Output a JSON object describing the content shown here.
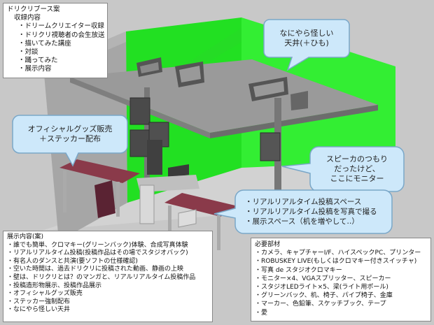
{
  "booth_box": {
    "title": "ドリクリブース案",
    "subtitle": "収録内容",
    "items": [
      "・ドリームクリエイター収録",
      "・ドリクリ視聴者の会生放送",
      "・描いてみた講座",
      "・対談",
      "・踊ってみた",
      "・展示内容"
    ]
  },
  "ceiling_bubble": {
    "lines": [
      "なにやら怪しい",
      "天井(＋ひも)"
    ]
  },
  "goods_bubble": {
    "lines": [
      "オフィシャルグッズ販売",
      "＋ステッカー配布"
    ]
  },
  "speaker_bubble": {
    "lines": [
      "スピーカのつもり",
      "だったけど、",
      "ここにモニター"
    ]
  },
  "realtime_bubble": {
    "lines": [
      "・リアルリアルタイム投稿スペース",
      "・リアルリアルタイム投稿を写真で撮る",
      "・展示スペース（机を増やして‥）"
    ]
  },
  "exhibit_box": {
    "title": "展示内容(案)",
    "items": [
      "・誰でも簡単、クロマキー(グリーンバック)体験、合成写真体験",
      "・リアルリアルタイム投稿(投稿作品はその場でスタジオバック)",
      "・有名人のダンスと共演(要ソフトの仕様確認)",
      "・空いた時間は、過去ドリクリに投稿された動画、静画の上映",
      "・壁は、ドリクリとは？のマンガと、リアルリアルタイム投稿作品",
      "・投稿造形物展示、投稿作品展示",
      "・オフィシャルグッズ販売",
      "・ステッカー強制配布",
      "・なにやら怪しい天井"
    ]
  },
  "equipment_box": {
    "title": "必要部材",
    "items": [
      "・カメラ、キャプチャーI/F、ハイスペックPC、プリンター",
      "・ROBUSKEY LIVE(もしくはクロマキー付きスイッチャ)",
      "・写真 de スタジオクロマキー",
      "・モニター×4、VGAスプリッター、スピーカー",
      "・スタジオLEDライト×5、梁(ライト用ポール)",
      "・グリーンバック、机、椅子、パイプ椅子、金庫",
      "・マーカー、色鉛筆、スケッチブック、テープ",
      "・愛"
    ]
  },
  "colors": {
    "background": "#c8c8c8",
    "green_screen": "#22e022",
    "bubble_fill": "#cde8fa",
    "bubble_stroke": "#7aa7c8",
    "table": "#8a3a4a"
  }
}
